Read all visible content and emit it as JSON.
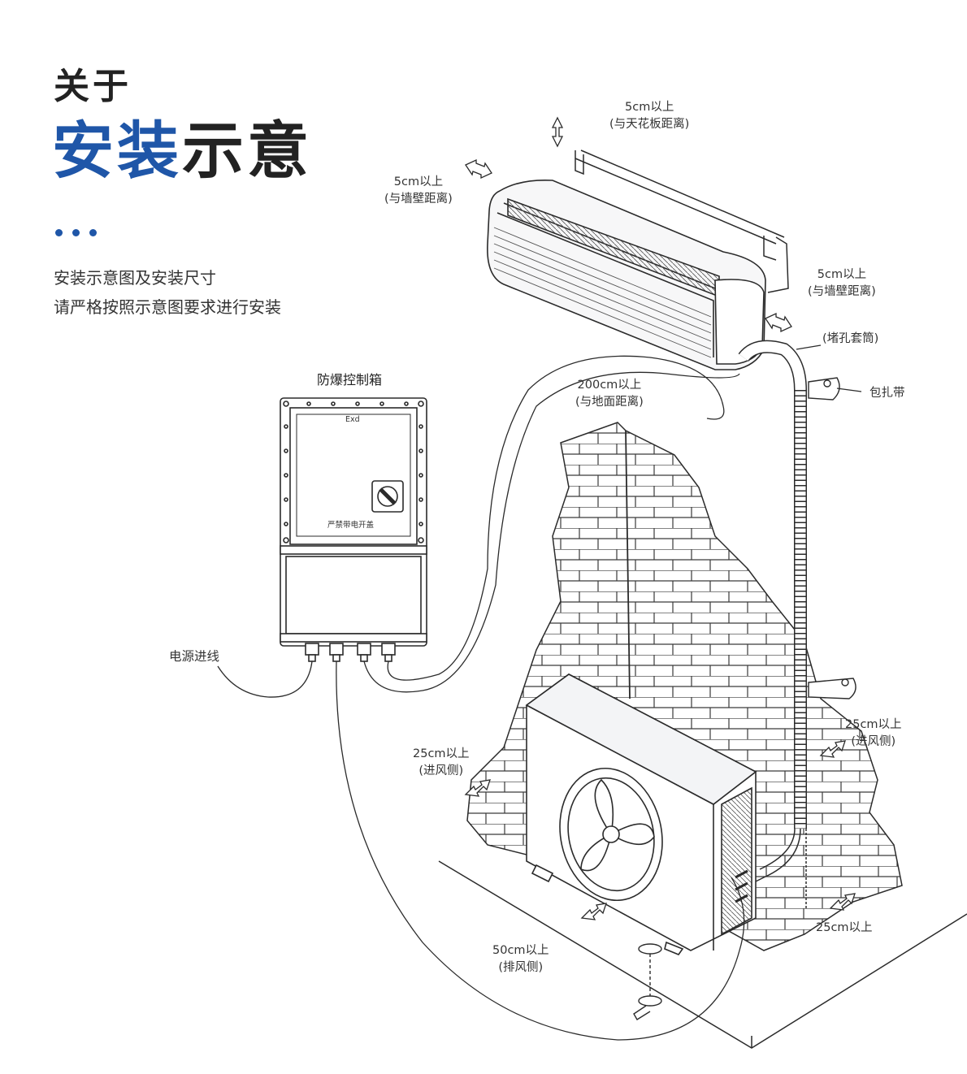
{
  "heading": {
    "small": "关于",
    "big_accent": "安装",
    "big_rest": "示意"
  },
  "intro": {
    "line1": "安装示意图及安装尺寸",
    "line2": "请严格按照示意图要求进行安装"
  },
  "colors": {
    "accent": "#1f56a8",
    "line": "#2b2b2b",
    "fill_light": "#f3f4f6"
  },
  "labels": {
    "ceiling": {
      "line1": "5cm以上",
      "line2": "(与天花板距离)"
    },
    "wall_left": {
      "line1": "5cm以上",
      "line2": "(与墙壁距离)"
    },
    "wall_right": {
      "line1": "5cm以上",
      "line2": "(与墙壁距离)"
    },
    "sleeve": "(堵孔套筒)",
    "tape": "包扎带",
    "ground": {
      "line1": "200cm以上",
      "line2": "(与地面距离)"
    },
    "inlet_left": {
      "line1": "25cm以上",
      "line2": "(进风侧)"
    },
    "inlet_right": {
      "line1": "25cm以上",
      "line2": "(进风侧)"
    },
    "back": "25cm以上",
    "outlet": {
      "line1": "50cm以上",
      "line2": "(排风侧)"
    },
    "power": "电源进线"
  },
  "control_box": {
    "title": "防爆控制箱",
    "mark": "Exd",
    "warning": "严禁带电开盖"
  }
}
